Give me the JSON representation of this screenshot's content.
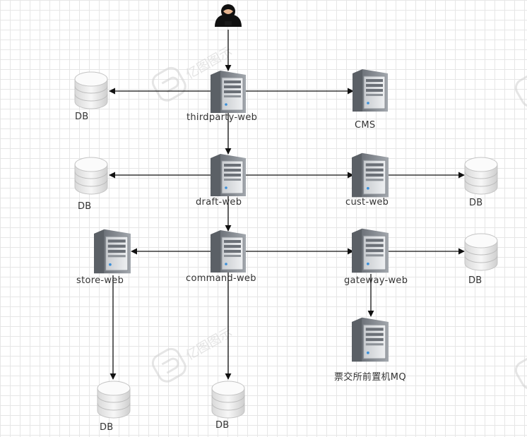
{
  "watermark": "亿图图示",
  "nodes": {
    "user": "",
    "thirdparty_web": "thirdparty-web",
    "cms": "CMS",
    "db_top": "DB",
    "draft_web": "draft-web",
    "db_mid_left": "DB",
    "cust_web": "cust-web",
    "db_cust": "DB",
    "command_web": "command-web",
    "store_web": "store-web",
    "gateway_web": "gateway-web",
    "db_gateway": "DB",
    "mq": "票交所前置机MQ",
    "db_store": "DB",
    "db_command": "DB"
  },
  "connections": [
    {
      "from": "user",
      "to": "thirdparty_web"
    },
    {
      "from": "thirdparty_web",
      "to": "db_top"
    },
    {
      "from": "thirdparty_web",
      "to": "cms"
    },
    {
      "from": "thirdparty_web",
      "to": "draft_web"
    },
    {
      "from": "draft_web",
      "to": "db_mid_left"
    },
    {
      "from": "draft_web",
      "to": "cust_web"
    },
    {
      "from": "cust_web",
      "to": "db_cust"
    },
    {
      "from": "draft_web",
      "to": "command_web"
    },
    {
      "from": "command_web",
      "to": "store_web"
    },
    {
      "from": "command_web",
      "to": "gateway_web"
    },
    {
      "from": "gateway_web",
      "to": "db_gateway"
    },
    {
      "from": "gateway_web",
      "to": "mq"
    },
    {
      "from": "store_web",
      "to": "db_store"
    },
    {
      "from": "command_web",
      "to": "db_command"
    }
  ],
  "colors": {
    "line": "#111111",
    "server_body": "#8a8f96",
    "server_front": "#d8dadd",
    "db_body": "#e8e8e8",
    "watermark": "#c8c8c8"
  }
}
